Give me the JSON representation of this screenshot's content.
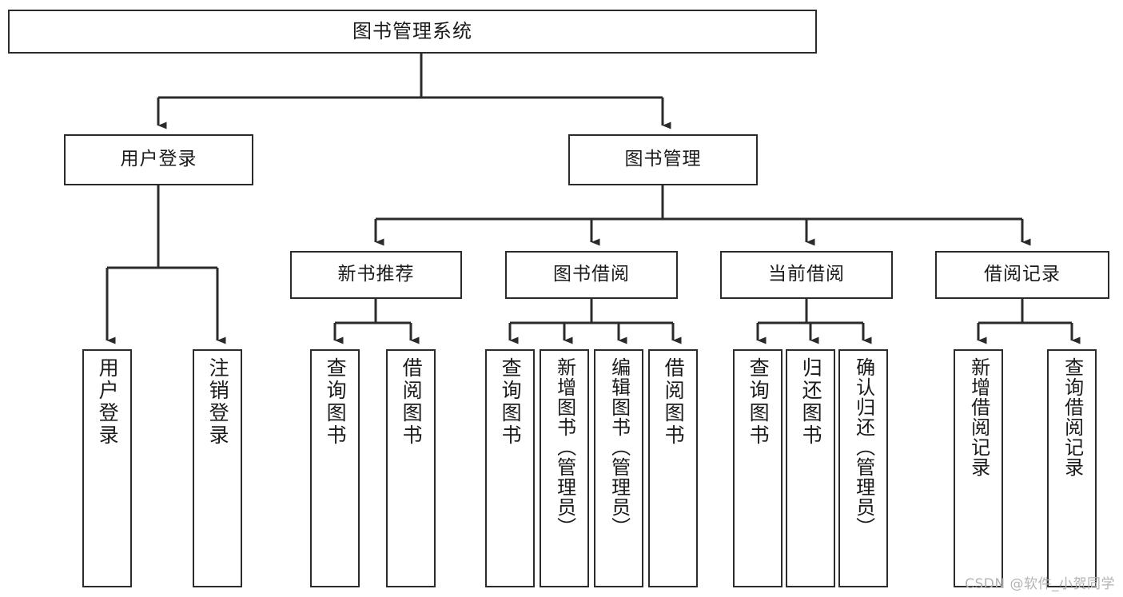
{
  "diagram": {
    "title": "图书管理系统",
    "stroke_color": "#2b2b2b",
    "fill_color": "#ffffff",
    "text_color": "#1a1a1a",
    "nodes": {
      "root": {
        "label": "图书管理系统"
      },
      "l2": [
        {
          "label": "用户登录"
        },
        {
          "label": "图书管理"
        }
      ],
      "l3": [
        {
          "label": "新书推荐"
        },
        {
          "label": "图书借阅"
        },
        {
          "label": "当前借阅"
        },
        {
          "label": "借阅记录"
        }
      ],
      "leaves": {
        "user_login": [
          {
            "label": "用户登录"
          },
          {
            "label": "注销登录"
          }
        ],
        "new_book": [
          {
            "label": "查询图书"
          },
          {
            "label": "借阅图书"
          }
        ],
        "book_borrow": [
          {
            "label": "查询图书"
          },
          {
            "label": "新增图书（管理员）"
          },
          {
            "label": "编辑图书（管理员）"
          },
          {
            "label": "借阅图书"
          }
        ],
        "current_borrow": [
          {
            "label": "查询图书"
          },
          {
            "label": "归还图书"
          },
          {
            "label": "确认归还（管理员）"
          }
        ],
        "borrow_record": [
          {
            "label": "新增借阅记录"
          },
          {
            "label": "查询借阅记录"
          }
        ]
      }
    },
    "watermark": "CSDN @软件_小贺同学"
  }
}
